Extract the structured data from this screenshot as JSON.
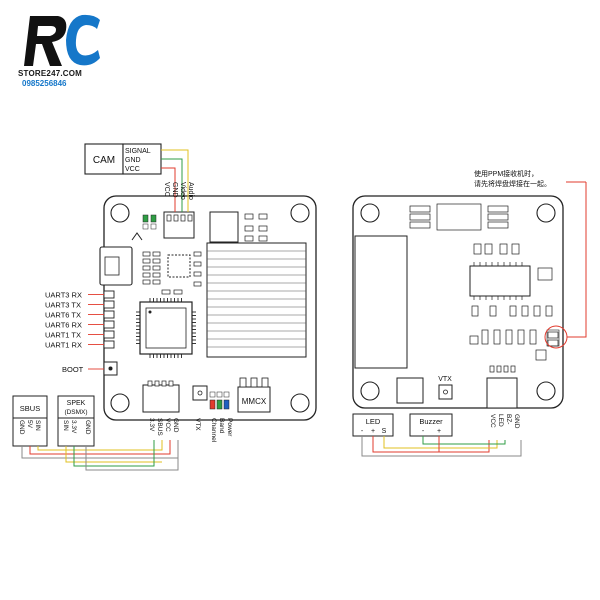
{
  "brand": {
    "store": "STORE247.COM",
    "phone": "0985256846",
    "colors": {
      "logo_dark": "#111111",
      "logo_blue": "#1577c9"
    }
  },
  "cam": {
    "label": "CAM",
    "pins": [
      "SIGNAL",
      "GND",
      "VCC"
    ],
    "board_pins": [
      "VCC",
      "GND",
      "Video",
      "Audio"
    ]
  },
  "left_board": {
    "uart_labels": [
      "UART3 RX",
      "UART3 TX",
      "UART6 TX",
      "UART6 RX",
      "UART1 TX",
      "UART1 RX"
    ],
    "boot_label": "BOOT",
    "mmcx_label": "MMCX",
    "vtx_label": "VTX",
    "bottom_pins": [
      "GND",
      "VCC",
      "SBUS",
      "3.3V"
    ],
    "led_pins": [
      "Power",
      "Band",
      "Channel"
    ],
    "led_colors": [
      "#e23b2e",
      "#2f9e44",
      "#1f5fbf"
    ]
  },
  "sbus": {
    "label": "SBUS",
    "pins": [
      "SIN",
      "5V",
      "GND"
    ]
  },
  "spek": {
    "label_line1": "SPEK",
    "label_line2": "(DSMX)",
    "pins": [
      "SIN",
      "3.3V",
      "GND"
    ]
  },
  "right_board": {
    "note_line1": "使用PPM接收机时，",
    "note_line2": "请先将焊盘焊接在一起。",
    "vtx_label": "VTX",
    "led": {
      "label": "LED",
      "pins": [
        "-",
        "+",
        "S"
      ]
    },
    "buzzer": {
      "label": "Buzzer",
      "pins": [
        "-",
        "+"
      ]
    },
    "bottom_pins": [
      "VCC",
      "LED",
      "BZ-",
      "GND"
    ]
  },
  "wire_colors": {
    "red": "#e23b2e",
    "green": "#2f9e44",
    "yellow": "#e0c020",
    "gray": "#8a8a8a"
  }
}
